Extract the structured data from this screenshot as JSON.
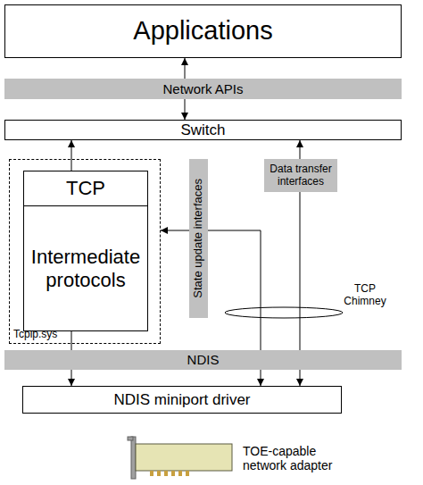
{
  "diagram": {
    "nodes": [
      {
        "text": [
          "Applications"
        ]
      },
      {
        "text": [
          "Network APIs"
        ]
      },
      {
        "text": [
          "Switch"
        ]
      },
      {
        "text": [
          "Tcpip.sys"
        ]
      },
      {
        "text": [
          "TCP"
        ],
        "in": 3
      },
      {
        "text": [
          "Intermediate protocols"
        ],
        "in": 3
      },
      {
        "text": [
          "State update interfaces"
        ]
      },
      {
        "text": [
          "Data transfer interfaces"
        ]
      },
      {
        "text": [
          "NDIS"
        ]
      },
      {
        "text": [
          "NDIS miniport driver"
        ]
      }
    ],
    "edges": [
      {
        "from": 0,
        "to": 2,
        "arrow": "both"
      },
      {
        "from": 4,
        "to": 2,
        "arrow": "to"
      },
      {
        "from": 5,
        "to": 9,
        "arrow": "to"
      },
      {
        "from": 3,
        "to": 9,
        "arrow": "both"
      },
      {
        "from": 2,
        "to": 9,
        "arrow": "both"
      }
    ],
    "labels": [
      "TCP Chimney",
      "TOE-capable network adapter"
    ]
  }
}
